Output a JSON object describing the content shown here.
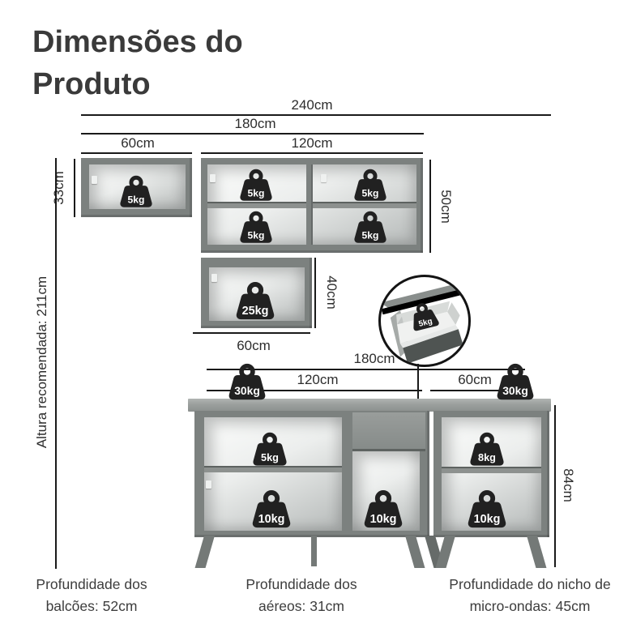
{
  "title": "Dimensões do Produto",
  "dims": {
    "total_width": "240cm",
    "aerial_width": "180cm",
    "aerial_left_width": "60cm",
    "aerial_right_width": "120cm",
    "aerial_left_height": "33cm",
    "aerial_right_height": "50cm",
    "niche_height": "40cm",
    "niche_width": "60cm",
    "recommended_height": "Altura recomendada: 211cm",
    "base_width": "180cm",
    "base_left_width": "120cm",
    "base_right_width": "60cm",
    "base_height": "84cm"
  },
  "weights": {
    "aerial_left": "5kg",
    "aerial_top_left": "5kg",
    "aerial_top_right": "5kg",
    "aerial_bottom_left": "5kg",
    "aerial_bottom_right": "5kg",
    "niche": "25kg",
    "drawer_detail": "5kg",
    "countertop_left": "30kg",
    "countertop_right": "30kg",
    "base_left_shelf": "5kg",
    "base_left_bottom": "10kg",
    "base_middle": "10kg",
    "base_right_shelf": "8kg",
    "base_right_bottom": "10kg"
  },
  "footnotes": {
    "counters": "Profundidade dos balcões: 52cm",
    "aerials": "Profundidade dos aéreos: 31cm",
    "microwave_niche": "Profundidade do nicho de micro-ondas: 45cm"
  },
  "colors": {
    "cabinet_gray": "#7c817f",
    "counter_gray": "#9b9f9d",
    "weight_black": "#212121",
    "line_black": "#1a1a1a",
    "text_dark": "#3a3a3a",
    "background": "#ffffff"
  }
}
